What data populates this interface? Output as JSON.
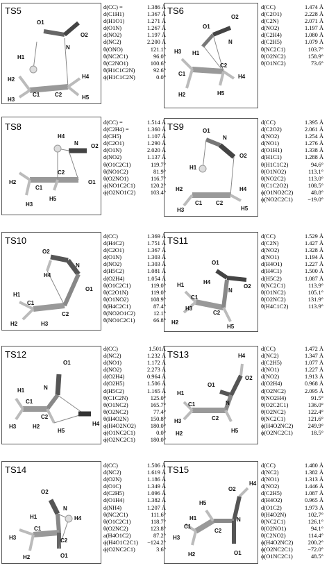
{
  "panels": [
    {
      "id": "TS5",
      "label": "TS5",
      "atoms": [
        "O1",
        "O2",
        "N",
        "H1",
        "H2",
        "H3",
        "C1",
        "C2",
        "H4",
        "H5"
      ],
      "params": [
        [
          "d(CC) =",
          "1.386 Å"
        ],
        [
          "d(C1H1)",
          "1.367 Å"
        ],
        [
          "d(H1O1)",
          "1.271 Å"
        ],
        [
          "d(O1N)",
          "1.267 Å"
        ],
        [
          "d(NO2)",
          "1.197 Å"
        ],
        [
          "d(NC2)",
          "2.200 Å"
        ],
        [
          "θ(ONO)",
          "121.1°"
        ],
        [
          "θ(NC2C1)",
          "96.0°"
        ],
        [
          "θ(C2NO1)",
          "100.6°"
        ],
        [
          "θ(H1C1C2N)",
          "92.6°"
        ],
        [
          "ϕ(H1C1C2N)",
          "0.0°"
        ]
      ]
    },
    {
      "id": "TS6",
      "label": "TS6",
      "atoms": [
        "O1",
        "O2",
        "N",
        "H1",
        "H3",
        "C1",
        "C2",
        "H2",
        "H5",
        "H4"
      ],
      "params": [
        [
          "d(CC)",
          "1.474 Å"
        ],
        [
          "d(C2O1)",
          "2.228 Å"
        ],
        [
          "d(C2N)",
          "2.071 Å"
        ],
        [
          "d(NO2)",
          "1.197 Å"
        ],
        [
          "d(C2H4)",
          "1.080 Å"
        ],
        [
          "d(C2H5)",
          "1.079 Å"
        ],
        [
          "θ(NC2C1)",
          "103.7°"
        ],
        [
          "θ(O2NC2)",
          "158.9°"
        ],
        [
          "θ(O1NC2)",
          "73.6°"
        ]
      ]
    },
    {
      "id": "TS8",
      "label": "TS8",
      "atoms": [
        "H4",
        "N",
        "O2",
        "O1",
        "C1",
        "C2",
        "H2",
        "H5",
        "H3"
      ],
      "params": [
        [
          "d(CC) =",
          "1.514 Å"
        ],
        [
          "d(C2H4) =",
          "1.360 Å"
        ],
        [
          "d(CH5)",
          "1.107 Å"
        ],
        [
          "d(C2O1)",
          "1.290 Å"
        ],
        [
          "d(O1N)",
          "2.020 Å"
        ],
        [
          "d(NO2)",
          "1.137 Å"
        ],
        [
          "θ(O1C2C1)",
          "119.7°"
        ],
        [
          "θ(NO1C2)",
          "81.9°"
        ],
        [
          "θ(O2NO1)",
          "116.7°"
        ],
        [
          "ϕ(NO1C2C1)",
          "120.2°"
        ],
        [
          "ϕ(O2NO1C2)",
          "103.4°"
        ]
      ]
    },
    {
      "id": "TS9",
      "label": "TS9",
      "atoms": [
        "O1",
        "N",
        "O2",
        "H1",
        "H2",
        "C1",
        "C2",
        "H5",
        "H3",
        "H4"
      ],
      "params": [
        [
          "d(CC)",
          "1.395 Å"
        ],
        [
          "d(C2O2)",
          "2.061 Å"
        ],
        [
          "d(NO2)",
          "1.254 Å"
        ],
        [
          "d(NO1)",
          "1.276 Å"
        ],
        [
          "d(O1H1)",
          "1.338 Å"
        ],
        [
          "d(H1C1)",
          "1.288 Å"
        ],
        [
          "θ(H1C1C2)",
          "94.6°"
        ],
        [
          "θ(O1NO2)",
          "113.1°"
        ],
        [
          "θ(NO2C2)",
          "113.0°"
        ],
        [
          "θ(C1C2O2)",
          "108.5°"
        ],
        [
          "ϕ(O1NO2C2)",
          "48.8°"
        ],
        [
          "ϕ(NO2C2C1)",
          "−19.0°"
        ]
      ]
    },
    {
      "id": "TS10",
      "label": "TS10",
      "atoms": [
        "O2",
        "N",
        "O1",
        "H1",
        "C1",
        "C2",
        "H4",
        "H2",
        "H3"
      ],
      "params": [
        [
          "d(CC)",
          "1.369 Å"
        ],
        [
          "d(H4C2)",
          "1.751 Å"
        ],
        [
          "d(C2O1)",
          "1.367 Å"
        ],
        [
          "d(O1N)",
          "1.303 Å"
        ],
        [
          "d(NO2)",
          "1.303 Å"
        ],
        [
          "d(H5C2)",
          "1.081 Å"
        ],
        [
          "d(O2H4)",
          "1.054 Å"
        ],
        [
          "θ(O1C2C1)",
          "119.0°"
        ],
        [
          "θ(C2O1N)",
          "119.0°"
        ],
        [
          "θ(O1NO2)",
          "108.9°"
        ],
        [
          "θ(H4C2C1)",
          "87.4°"
        ],
        [
          "θ(NO2O1C2)",
          "12.1°"
        ],
        [
          "θ(NO1C2C1)",
          "66.8°"
        ]
      ]
    },
    {
      "id": "TS11",
      "label": "TS11",
      "atoms": [
        "O1",
        "H4",
        "H1",
        "C1",
        "N",
        "O2",
        "H3",
        "C2",
        "H2",
        "H5"
      ],
      "params": [
        [
          "d(CC)",
          "1.529 Å"
        ],
        [
          "d(C2N)",
          "1.427 Å"
        ],
        [
          "d(NO2)",
          "1.328 Å"
        ],
        [
          "d(NO1)",
          "1.194 Å"
        ],
        [
          "d(H4O1)",
          "1.227 Å"
        ],
        [
          "d(H4C1)",
          "1.500 Å"
        ],
        [
          "d(H5C2)",
          "1.087 Å"
        ],
        [
          "θ(NC2C1)",
          "113.9°"
        ],
        [
          "θ(O1NC2)",
          "105.1°"
        ],
        [
          "θ(O2NC2)",
          "131.9°"
        ],
        [
          "θ(H4C1C2)",
          "113.9°"
        ]
      ]
    },
    {
      "id": "TS12",
      "label": "TS12",
      "atoms": [
        "O1",
        "N",
        "H1",
        "C1",
        "C2",
        "H4",
        "H3",
        "H2",
        "H5"
      ],
      "params": [
        [
          "d(CC)",
          "1.501Å"
        ],
        [
          "d(NC2)",
          "1.232 Å"
        ],
        [
          "d(NO1)",
          "1.172 Å"
        ],
        [
          "d(NO2)",
          "2.273 Å"
        ],
        [
          "d(O2H4)",
          "0.964 Å"
        ],
        [
          "d(O2H5)",
          "1.506 Å"
        ],
        [
          "d(H5C2)",
          "1.165 Å"
        ],
        [
          "θ(C1C2N)",
          "125.0°"
        ],
        [
          "θ(O1NC2)",
          "165.7°"
        ],
        [
          "θ(O2NC2)",
          "77.4°"
        ],
        [
          "θ(H4O2N)",
          "150.8°"
        ],
        [
          "ϕ(H4O2NO2)",
          "180.0°"
        ],
        [
          "ϕ(O1NC2C1)",
          "0.0°"
        ],
        [
          "ϕ(O2NC2C1)",
          "180.0°"
        ]
      ]
    },
    {
      "id": "TS13",
      "label": "TS13",
      "atoms": [
        "H4",
        "O2",
        "O1",
        "N",
        "H1",
        "C1",
        "C2",
        "H3",
        "H2",
        "H5"
      ],
      "params": [
        [
          "d(CC)",
          "1.472 Å"
        ],
        [
          "d(NC2)",
          "1.347 Å"
        ],
        [
          "d(C2H5)",
          "1.077 Å"
        ],
        [
          "d(NO1)",
          "1.227 Å"
        ],
        [
          "d(NO2)",
          "1.913 Å"
        ],
        [
          "d(O2H4)",
          "0.968 Å"
        ],
        [
          "d(O2NC2)",
          "2.095 Å"
        ],
        [
          "θ(NO2H4)",
          "91.5°"
        ],
        [
          "θ(O2C2C1)",
          "136.0°"
        ],
        [
          "θ(O2NC2)",
          "122.4°"
        ],
        [
          "θ(NC2C1)",
          "121.6°"
        ],
        [
          "ϕ(H4O2NC2)",
          "249.9°"
        ],
        [
          "ϕ(O2NC2C1)",
          "18.5°"
        ]
      ]
    },
    {
      "id": "TS14",
      "label": "TS14",
      "atoms": [
        "O2",
        "N",
        "H4",
        "H1",
        "C1",
        "C2",
        "H3",
        "O1",
        "H2"
      ],
      "params": [
        [
          "d(CC)",
          "1.506 Å"
        ],
        [
          "d(NC2)",
          "1.619 Å"
        ],
        [
          "d(O2N)",
          "1.186 Å"
        ],
        [
          "d(O1C)",
          "1.349 Å"
        ],
        [
          "d(C2H5)",
          "1.096 Å"
        ],
        [
          "d(O1H4)",
          "1.382 Å"
        ],
        [
          "d(NH4)",
          "1.207 Å"
        ],
        [
          "θ(NC2C1)",
          "111.6°"
        ],
        [
          "θ(O1C2C1)",
          "118.7°"
        ],
        [
          "θ(O2NC2)",
          "123.8°"
        ],
        [
          "a(H4O1C2)",
          "87.2°"
        ],
        [
          "ϕ(H4O1C2C1)",
          "−124.2°"
        ],
        [
          "ϕ(O2NC2C1)",
          "3.6°"
        ]
      ]
    },
    {
      "id": "TS15",
      "label": "TS15",
      "atoms": [
        "O2",
        "H4",
        "H5",
        "N",
        "C1",
        "C2",
        "H3",
        "H1",
        "O1",
        "H2"
      ],
      "params": [
        [
          "d(CC)",
          "1.480 Å"
        ],
        [
          "d(NC2)",
          "1.382 Å"
        ],
        [
          "d(NO1)",
          "1.313 Å"
        ],
        [
          "d(NO2)",
          "1.446 Å"
        ],
        [
          "d(C2H5)",
          "1.087 Å"
        ],
        [
          "d(H4O2)",
          "0.965 Å"
        ],
        [
          "d(O1C2)",
          "1.973 Å"
        ],
        [
          "θ(H4O2N)",
          "102.7°"
        ],
        [
          "θ(NC2C1)",
          "126.1°"
        ],
        [
          "θ(O2NO1)",
          "94.1°"
        ],
        [
          "θ(C2NO2)",
          "114.4°"
        ],
        [
          "ϕ(H4O2NC2)",
          "200.2°"
        ],
        [
          "ϕ(O2NC2C1)",
          "−72.0°"
        ],
        [
          "ϕ(O1NC2C1)",
          "48.5°"
        ]
      ]
    }
  ]
}
